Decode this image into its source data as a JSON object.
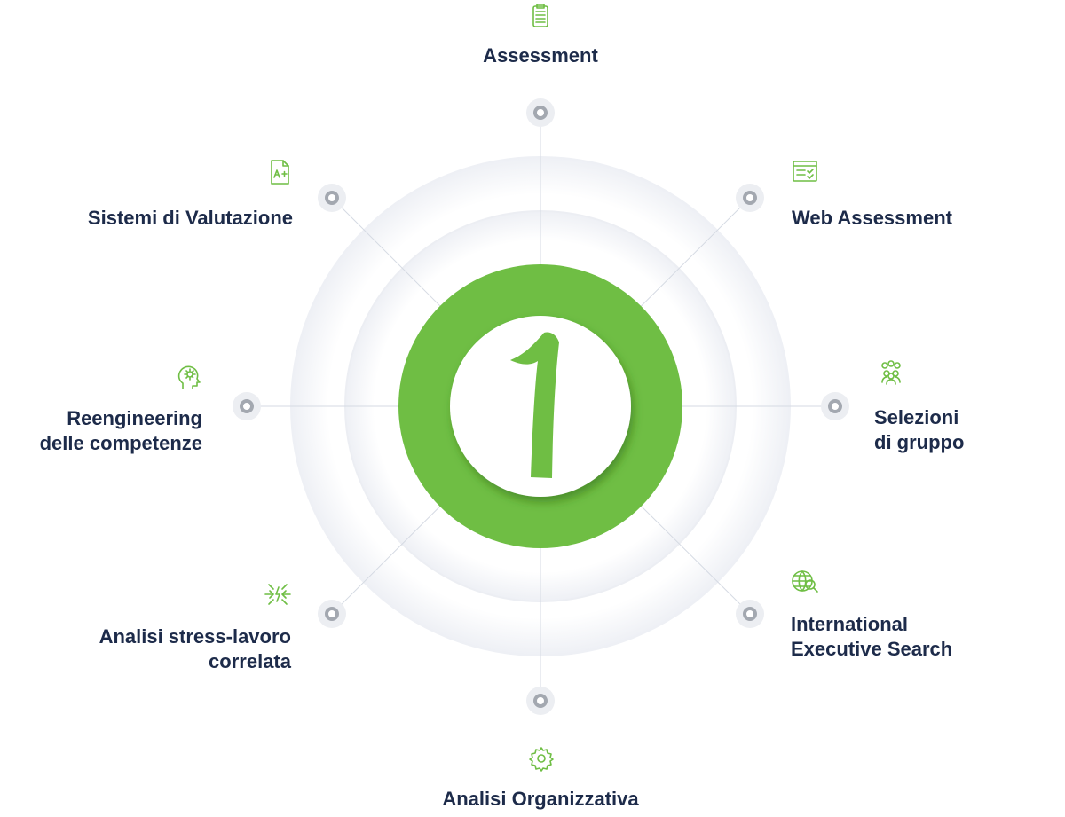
{
  "center": {
    "number": "1",
    "accent": "#6fbe44"
  },
  "items": [
    {
      "id": "assessment",
      "lines": [
        "Assessment"
      ],
      "icon": "clipboard-icon"
    },
    {
      "id": "web-assessment",
      "lines": [
        "Web Assessment"
      ],
      "icon": "browser-checklist-icon"
    },
    {
      "id": "selezioni",
      "lines": [
        "Selezioni",
        "di gruppo"
      ],
      "icon": "group-icon"
    },
    {
      "id": "international",
      "lines": [
        "International",
        "Executive Search"
      ],
      "icon": "globe-search-icon"
    },
    {
      "id": "organizzativa",
      "lines": [
        "Analisi Organizzativa"
      ],
      "icon": "gear-check-icon"
    },
    {
      "id": "stress",
      "lines": [
        "Analisi stress-lavoro",
        "correlata"
      ],
      "icon": "stress-arrows-icon"
    },
    {
      "id": "reengineering",
      "lines": [
        "Reengineering",
        "delle competenze"
      ],
      "icon": "head-gear-icon"
    },
    {
      "id": "valutazione",
      "lines": [
        "Sistemi di Valutazione"
      ],
      "icon": "document-grade-icon"
    }
  ]
}
